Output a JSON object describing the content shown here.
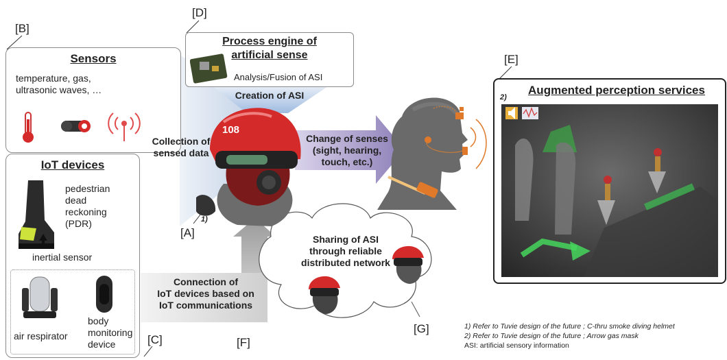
{
  "labels": {
    "B": "[B]",
    "D": "[D]",
    "E": "[E]",
    "A": "[A]",
    "C": "[C]",
    "F": "[F]",
    "G": "[G]"
  },
  "sensors": {
    "title": "Sensors",
    "desc_line1": "temperature, gas,",
    "desc_line2": "ultrasonic waves, …"
  },
  "iot": {
    "title": "IoT devices",
    "pdr_line1": "pedestrian",
    "pdr_line2": "dead",
    "pdr_line3": "reckoning",
    "pdr_line4": "(PDR)",
    "inertial": "inertial sensor",
    "respirator": "air respirator",
    "body_line1": "body",
    "body_line2": "monitoring",
    "body_line3": "device"
  },
  "process": {
    "title_line1": "Process engine of",
    "title_line2": "artificial sense",
    "sub": "Analysis/Fusion of ASI",
    "creation": "Creation of ASI"
  },
  "collection": {
    "line1": "Collection of",
    "line2": "sensed data"
  },
  "change": {
    "line1": "Change of senses",
    "line2": "(sight, hearing,",
    "line3": "touch, etc.)"
  },
  "helmet_number": "108",
  "helmet_footnote": "1)",
  "sharing": {
    "line1": "Sharing of ASI",
    "line2": "through reliable",
    "line3": "distributed network"
  },
  "connection": {
    "line1": "Connection of",
    "line2": "IoT devices based on",
    "line3": "IoT communications"
  },
  "augmented": {
    "marker": "2)",
    "title": "Augmented  perception services"
  },
  "notes": {
    "n1": "1) Refer to Tuvie design of the future ; C-thru smoke diving helmet",
    "n2": "2) Refer to Tuvie design of the future ; Arrow gas mask",
    "n3": "ASI: artificial sensory information"
  },
  "colors": {
    "helmet_red": "#d42a2a",
    "arrow_purple": "#9c8fc0",
    "arrow_grey": "#a8a8a8",
    "blue_glow": "#b9cde6"
  }
}
